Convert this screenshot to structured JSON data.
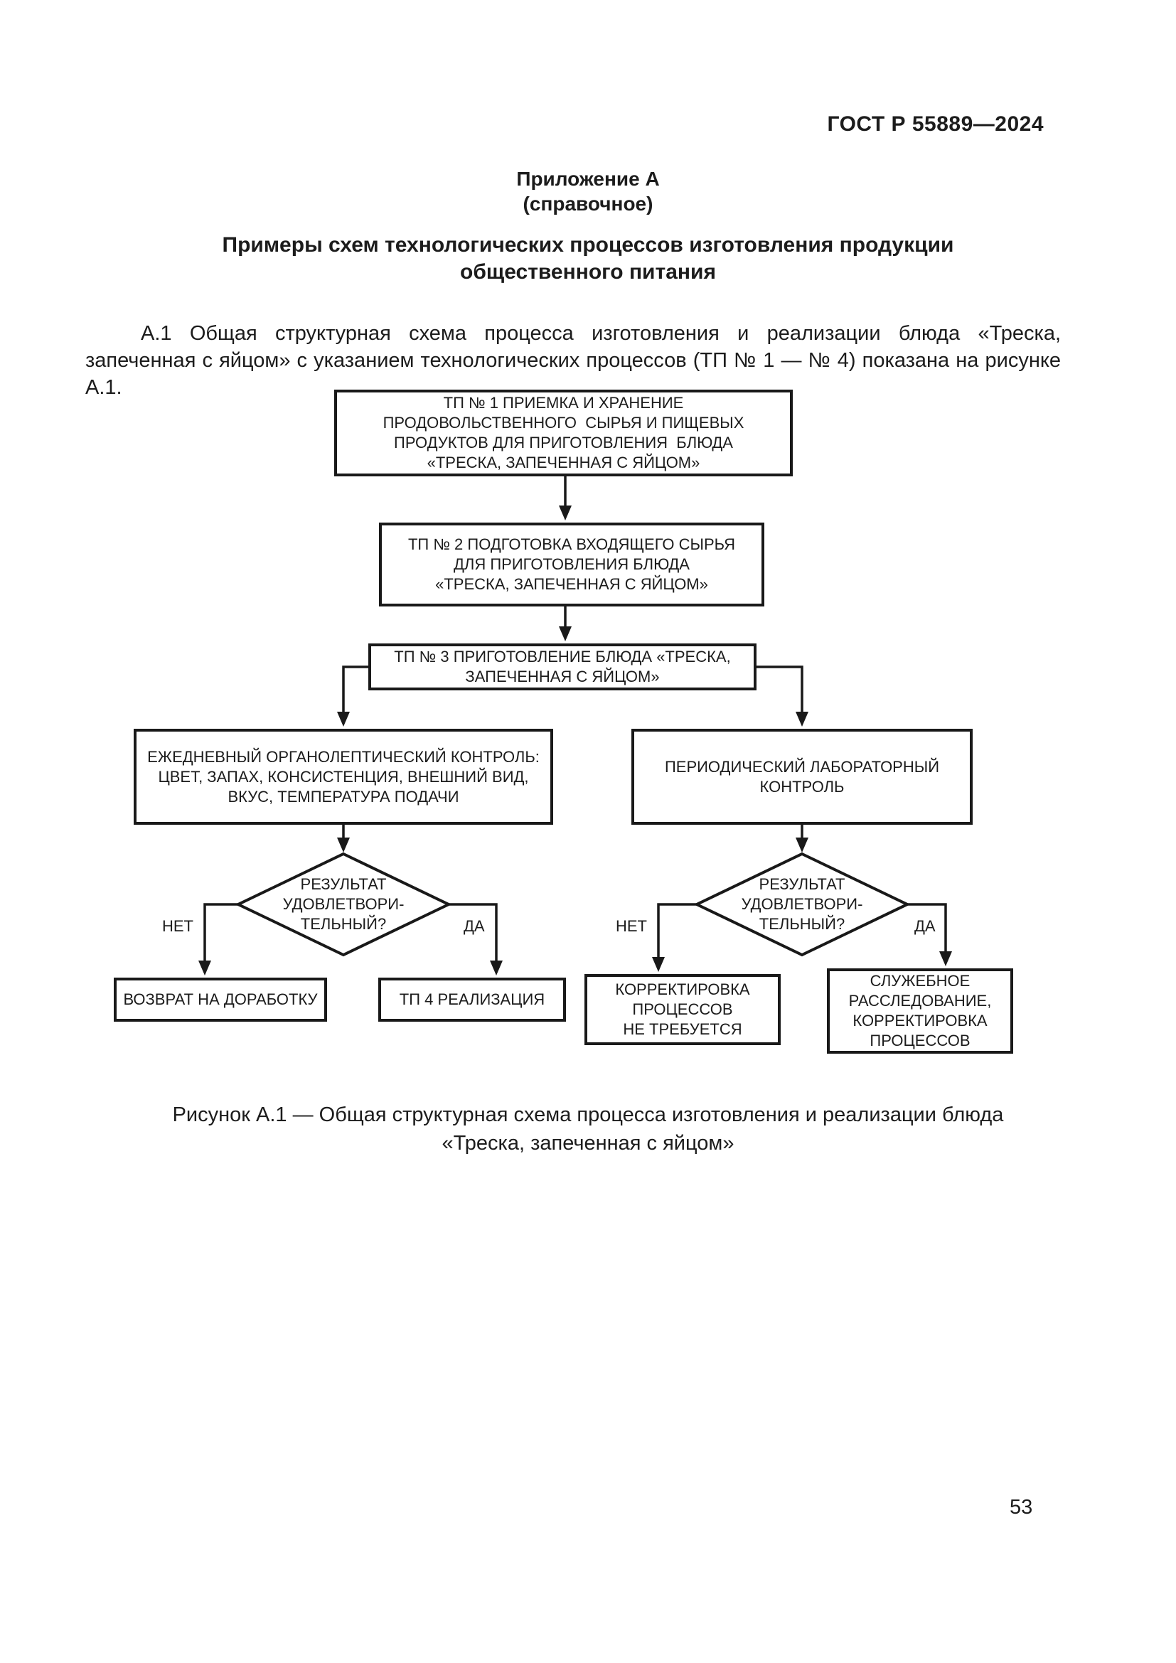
{
  "page": {
    "header": "ГОСТ Р 55889—2024",
    "page_number": "53"
  },
  "appendix": {
    "heading": "Приложение А\n(справочное)"
  },
  "title": {
    "text": "Примеры схем технологических процессов изготовления продукции\nобщественного питания"
  },
  "paragraph": {
    "text": "А.1 Общая структурная схема процесса изготовления и реализации блюда «Треска, запеченная с яйцом» с указанием технологических процессов (ТП № 1 — № 4) показана на рисунке А.1."
  },
  "figure": {
    "caption": "Рисунок А.1 — Общая структурная схема процесса изготовления и реализации блюда\n«Треска, запеченная с яйцом»",
    "nodes": {
      "tp1": "ТП № 1 ПРИЕМКА И ХРАНЕНИЕ\nПРОДОВОЛЬСТВЕННОГО  СЫРЬЯ И ПИЩЕВЫХ\nПРОДУКТОВ ДЛЯ ПРИГОТОВЛЕНИЯ  БЛЮДА\n«ТРЕСКА, ЗАПЕЧЕННАЯ С ЯЙЦОМ»",
      "tp2": "ТП № 2 ПОДГОТОВКА ВХОДЯЩЕГО СЫРЬЯ\nДЛЯ ПРИГОТОВЛЕНИЯ БЛЮДА\n«ТРЕСКА, ЗАПЕЧЕННАЯ С ЯЙЦОМ»",
      "tp3": "ТП № 3 ПРИГОТОВЛЕНИЕ БЛЮДА «ТРЕСКА,\nЗАПЕЧЕННАЯ С ЯЙЦОМ»",
      "daily_control": "ЕЖЕДНЕВНЫЙ ОРГАНОЛЕПТИЧЕСКИЙ КОНТРОЛЬ:\nЦВЕТ, ЗАПАХ, КОНСИСТЕНЦИЯ, ВНЕШНИЙ ВИД,\nВКУС, ТЕМПЕРАТУРА ПОДАЧИ",
      "lab_control": "ПЕРИОДИЧЕСКИЙ ЛАБОРАТОРНЫЙ\nКОНТРОЛЬ",
      "decision_left": "РЕЗУЛЬТАТ\nУДОВЛЕТВОРИ-\nТЕЛЬНЫЙ?",
      "decision_right": "РЕЗУЛЬТАТ\nУДОВЛЕТВОРИ-\nТЕЛЬНЫЙ?",
      "rework": "ВОЗВРАТ НА ДОРАБОТКУ",
      "tp4": "ТП 4 РЕАЛИЗАЦИЯ",
      "no_correction": "КОРРЕКТИРОВКА\nПРОЦЕССОВ\nНЕ ТРЕБУЕТСЯ",
      "investigation": "СЛУЖЕБНОЕ\nРАССЛЕДОВАНИЕ,\nКОРРЕКТИРОВКА\nПРОЦЕССОВ"
    },
    "branch_labels": {
      "no_left": "НЕТ",
      "yes_left": "ДА",
      "no_right": "НЕТ",
      "yes_right": "ДА"
    }
  },
  "colors": {
    "ink": "#1c1c1c",
    "line": "#191919",
    "paper": "#ffffff"
  }
}
